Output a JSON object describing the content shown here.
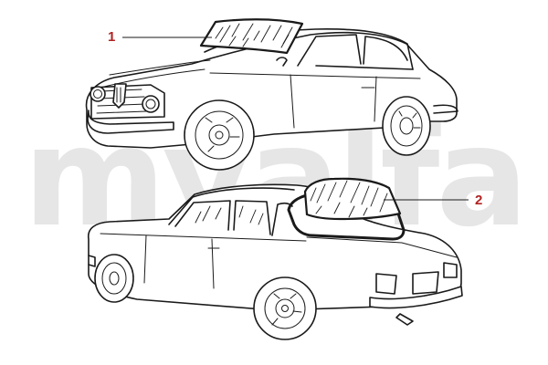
{
  "watermark": {
    "text": "myalfa"
  },
  "callouts": [
    {
      "number": "1"
    },
    {
      "number": "2"
    }
  ],
  "colors": {
    "callout": "#b22222",
    "leader": "#1a1a1a",
    "watermark": "#e6e6e6",
    "linework": "#1a1a1a",
    "background": "#ffffff"
  }
}
